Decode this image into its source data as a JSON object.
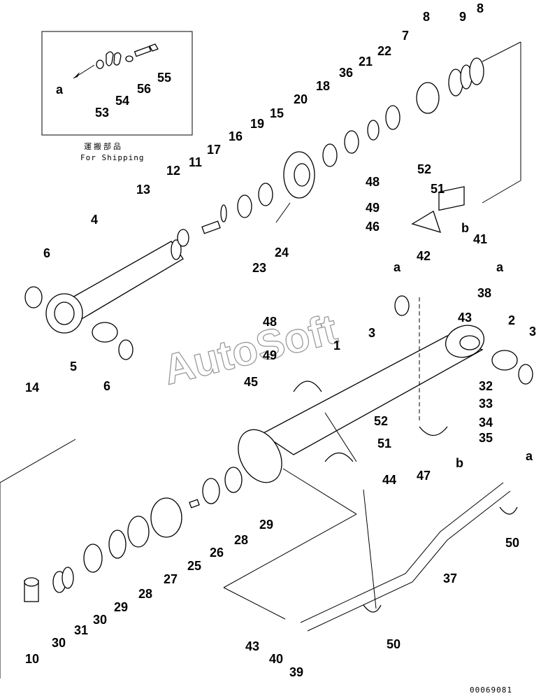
{
  "watermark": "AutoSoft",
  "doc_number": "00069081",
  "inset": {
    "caption_jp": "運搬部品",
    "caption_en": "For Shipping",
    "arrow_label": "a"
  },
  "view_labels": {
    "a": "a",
    "b": "b"
  },
  "part_numbers": [
    "8",
    "9",
    "8",
    "7",
    "22",
    "21",
    "36",
    "18",
    "20",
    "15",
    "19",
    "16",
    "17",
    "11",
    "12",
    "13",
    "4",
    "6",
    "14",
    "5",
    "6",
    "1",
    "2",
    "3",
    "3",
    "48",
    "52",
    "51",
    "49",
    "46",
    "42",
    "41",
    "38",
    "43",
    "48",
    "49",
    "45",
    "32",
    "33",
    "34",
    "35",
    "52",
    "51",
    "44",
    "47",
    "50",
    "37",
    "29",
    "28",
    "26",
    "25",
    "27",
    "28",
    "29",
    "30",
    "31",
    "30",
    "10",
    "43",
    "40",
    "39",
    "50",
    "23",
    "24",
    "53",
    "54",
    "55",
    "56"
  ]
}
